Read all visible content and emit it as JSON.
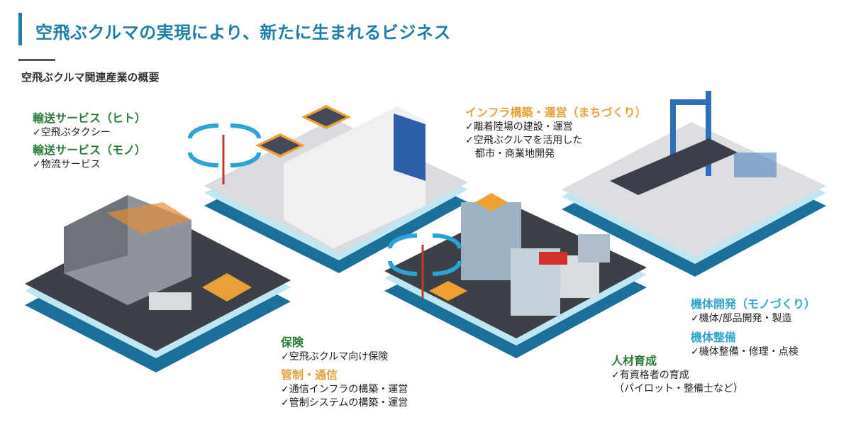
{
  "header": {
    "title": "空飛ぶクルマの実現により、新たに生まれるビジネス",
    "subtitle": "空飛ぶクルマ関連産業の概要"
  },
  "colors": {
    "title": "#1f7ea8",
    "green": "#2b7a3a",
    "orange": "#e7a23b",
    "cyan": "#34a6c8"
  },
  "sections": {
    "transport_people": {
      "heading": "輸送サービス（ヒト）",
      "items": [
        "✓空飛ぶタクシー"
      ]
    },
    "transport_goods": {
      "heading": "輸送サービス（モノ）",
      "items": [
        "✓物流サービス"
      ]
    },
    "infra": {
      "heading": "インフラ構築・運営（まちづくり）",
      "items": [
        "✓離着陸場の建設・運営",
        "✓空飛ぶクルマを活用した",
        "都市・商業地開発"
      ]
    },
    "insurance": {
      "heading": "保険",
      "items": [
        "✓空飛ぶクルマ向け保険"
      ]
    },
    "control": {
      "heading": "管制・通信",
      "items": [
        "✓通信インフラの構築・運営",
        "✓管制システムの構築・運営"
      ]
    },
    "hr": {
      "heading": "人材育成",
      "items": [
        "✓有資格者の育成",
        "（パイロット・整備士など）"
      ]
    },
    "dev": {
      "heading": "機体開発（モノづくり）",
      "items": [
        "✓機体/部品開発・製造"
      ]
    },
    "maint": {
      "heading": "機体整備",
      "items": [
        "✓機体整備・修理・点検"
      ]
    }
  }
}
